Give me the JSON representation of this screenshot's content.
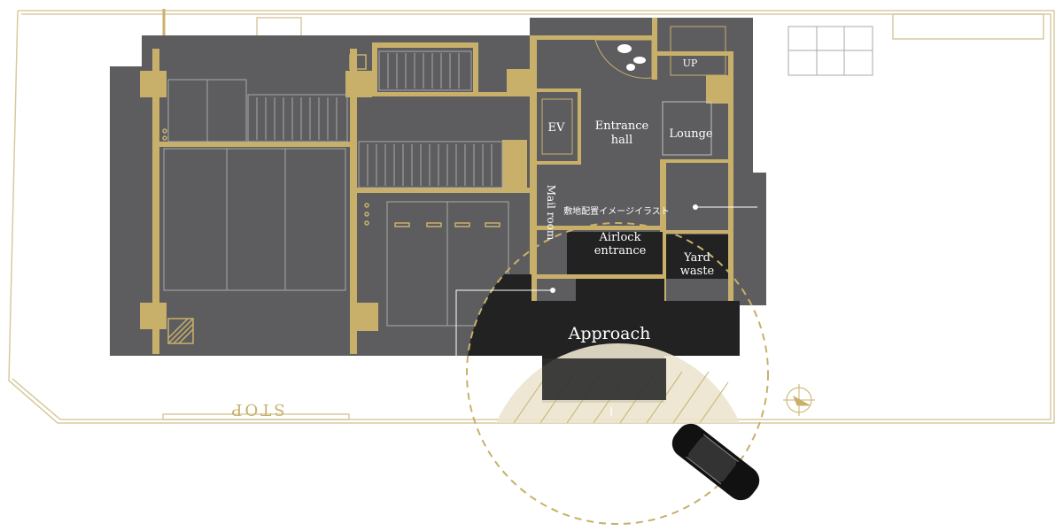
{
  "labels": {
    "ev": "EV",
    "entrance_hall_1": "Entrance",
    "entrance_hall_2": "hall",
    "lounge": "Lounge",
    "up": "UP",
    "mail_room": "Mail room",
    "site_illustration": "敷地配置イメージイラスト",
    "airlock_1": "Airlock",
    "airlock_2": "entrance",
    "yard_waste_1": "Yard",
    "yard_waste_2": "waste",
    "approach": "Approach",
    "stop_marking": "STOP"
  },
  "colors": {
    "building": "#5d5d5f",
    "dark_area": "#222222",
    "gold": "#c8b06b",
    "pale_gold": "#d8caa0"
  },
  "icons": {
    "car": "car-icon",
    "compass": "compass-icon"
  }
}
